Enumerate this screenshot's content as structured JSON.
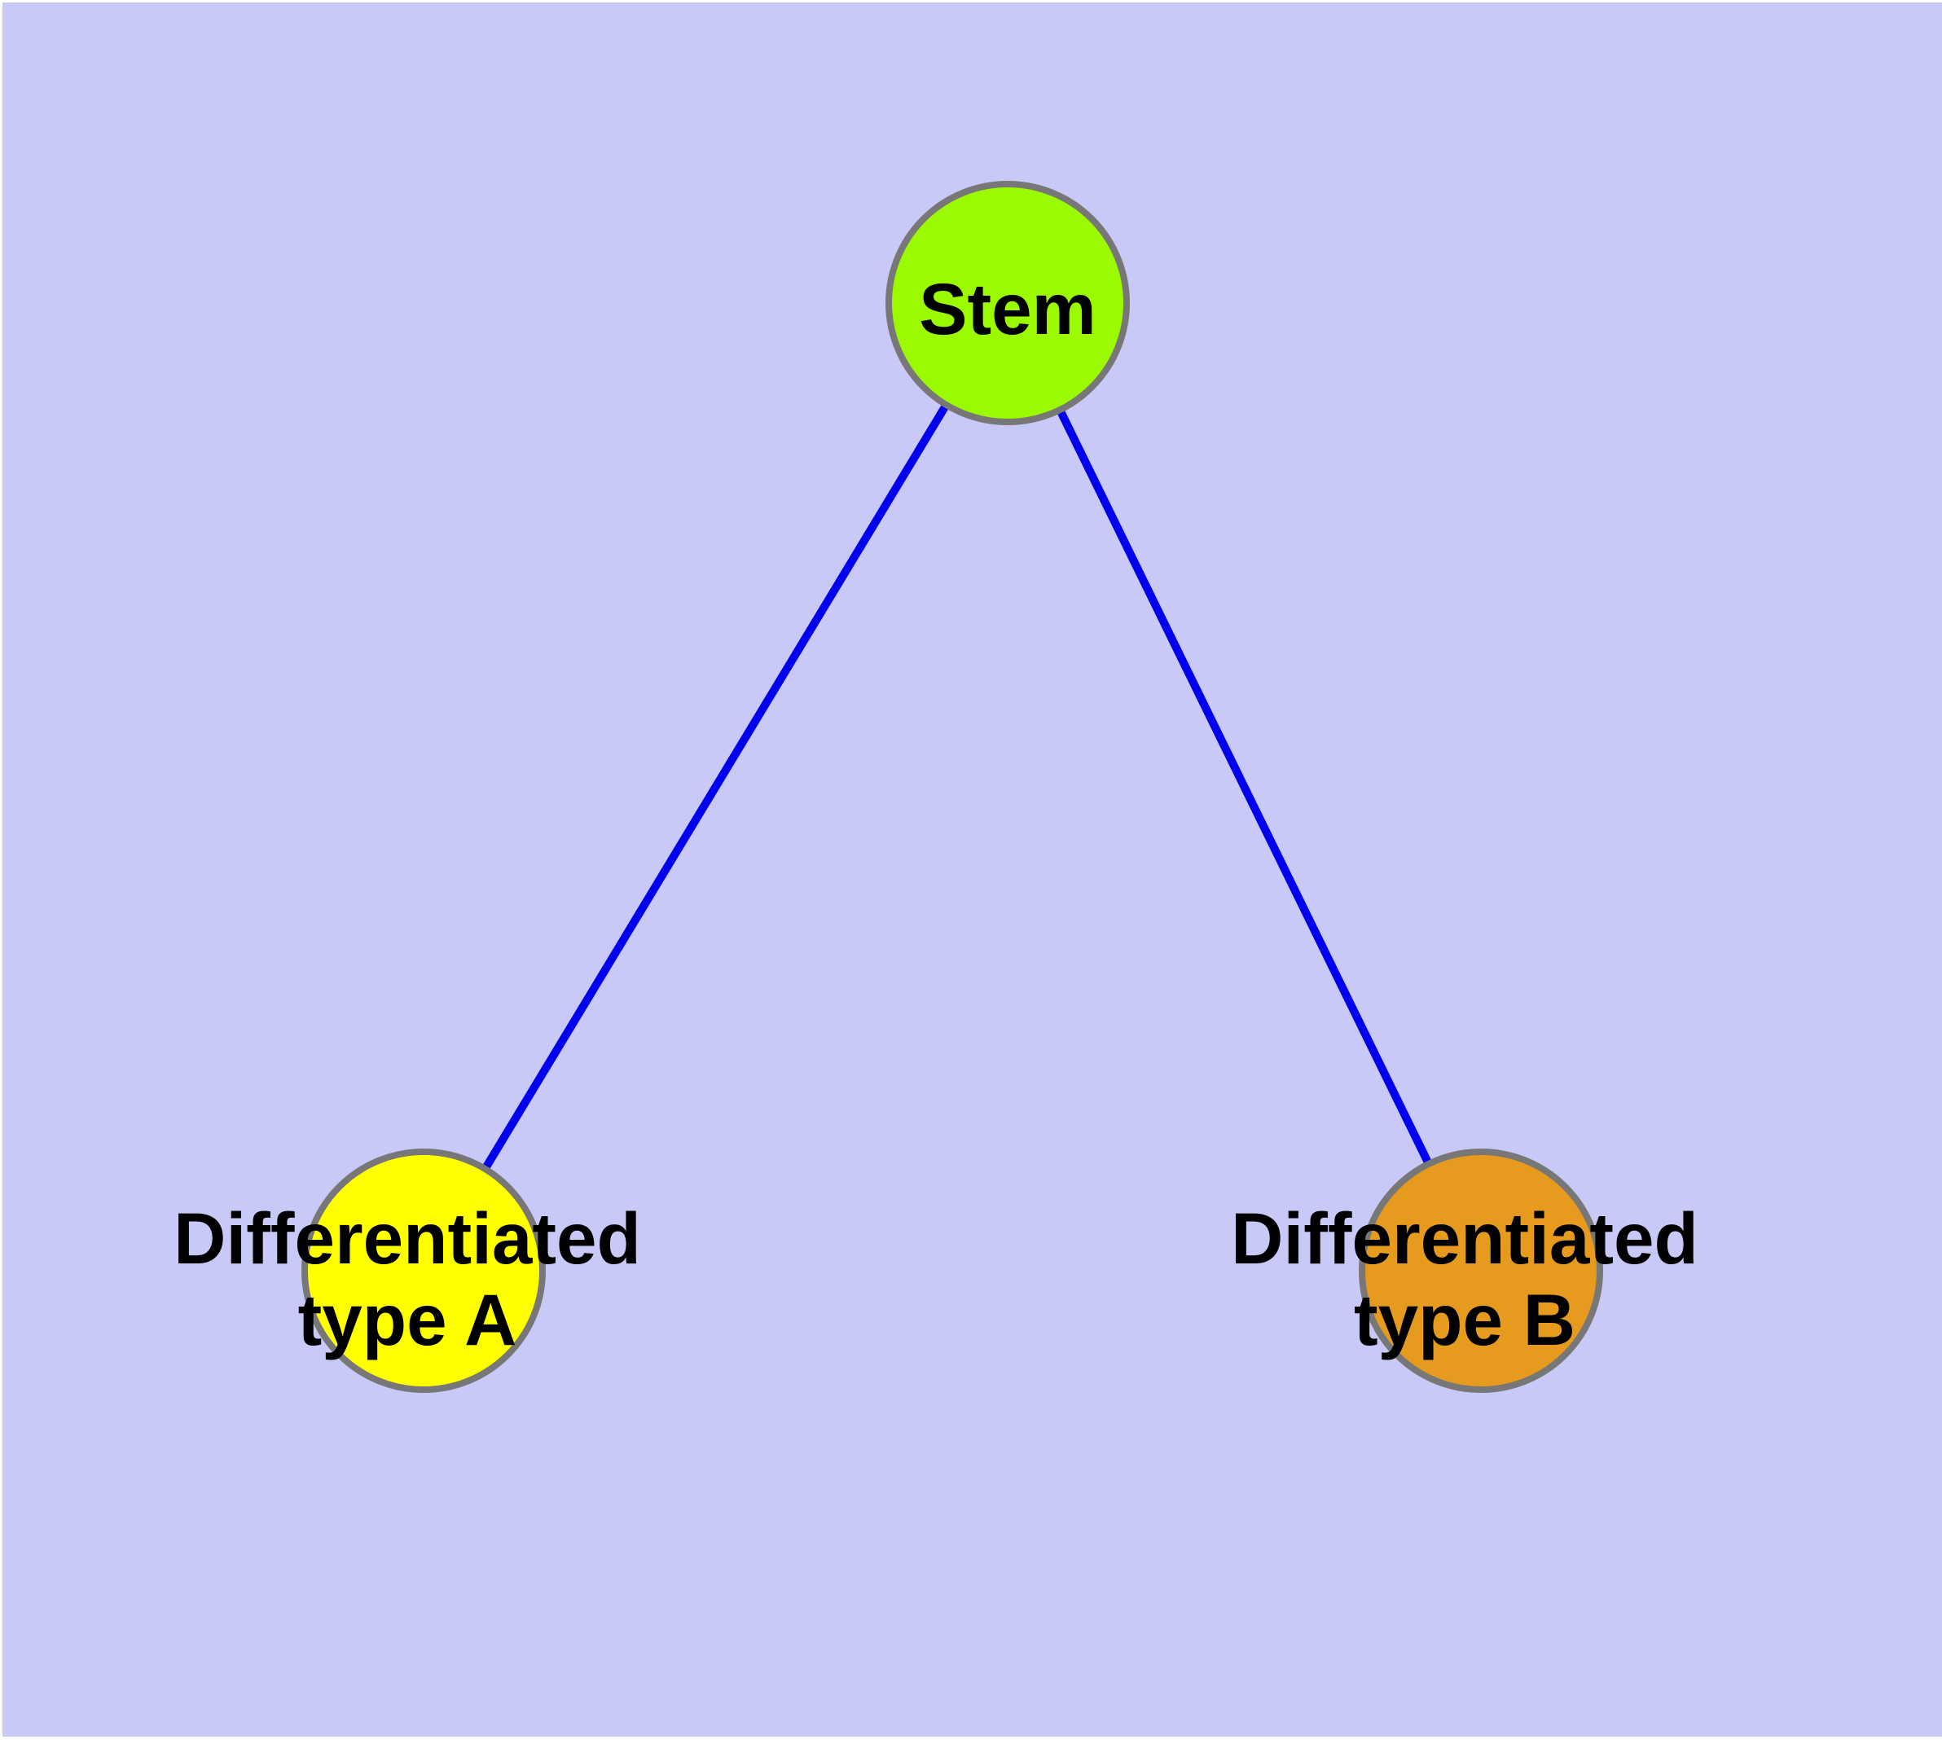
{
  "diagram": {
    "type": "graph",
    "background_color": "#c9c9f8",
    "outer_margin_color": "#ffffff",
    "node_border_color": "#777777",
    "edge_color": "#0000ee",
    "label_color": "#000000",
    "nodes": [
      {
        "id": "stem",
        "label": "Stem",
        "color": "#9bfa00"
      },
      {
        "id": "differentiated-type-a",
        "label_line1": "Differentiated",
        "label_line2": "type A",
        "color": "#ffff00"
      },
      {
        "id": "differentiated-type-b",
        "label_line1": "Differentiated",
        "label_line2": "type B",
        "color": "#e69b1e"
      }
    ],
    "edges": [
      {
        "from": "Stem",
        "to": "Differentiated type A"
      },
      {
        "from": "Stem",
        "to": "Differentiated type B"
      }
    ]
  }
}
